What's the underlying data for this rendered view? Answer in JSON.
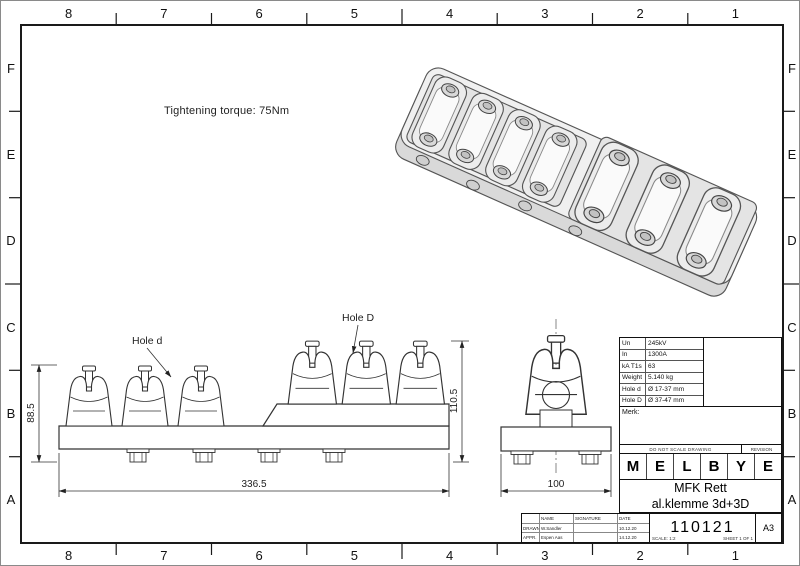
{
  "colors": {
    "paper": "#ffffff",
    "ink": "#1d1d1d"
  },
  "sheet": {
    "columns": [
      "8",
      "7",
      "6",
      "5",
      "4",
      "3",
      "2",
      "1"
    ],
    "rows": [
      "F",
      "E",
      "D",
      "C",
      "B",
      "A"
    ]
  },
  "notes": {
    "tightening_torque": "Tightening torque: 75Nm"
  },
  "front_view": {
    "hole_d": "Hole d",
    "hole_D": "Hole D",
    "dim_left": "88.5",
    "dim_right": "110.5",
    "dim_width": "336.5"
  },
  "side_view": {
    "dim_width": "100"
  },
  "title_block": {
    "specs": [
      {
        "label": "Un",
        "value": "245kV"
      },
      {
        "label": "In",
        "value": "1300A"
      },
      {
        "label": "kA T1s",
        "value": "63"
      },
      {
        "label": "Weight",
        "value": "5.140 kg"
      },
      {
        "label": "Hole d",
        "value": "Ø 17-37 mm"
      },
      {
        "label": "Hole D",
        "value": "Ø 37-47 mm"
      }
    ],
    "merk": "Merk:",
    "do_not_scale": "DO NOT SCALE DRAWING",
    "revision": "REVISION",
    "company": [
      "M",
      "E",
      "L",
      "B",
      "Y",
      "E"
    ],
    "title_line1": "MFK Rett",
    "title_line2": "al.klemme 3d+3D",
    "drawing_number": "110121",
    "paper_size": "A3",
    "scale": "SCALE: 1:2",
    "sheet_info": "SHEET 1 OF 1",
    "sig_table": {
      "headers": [
        "",
        "NAME",
        "SIGNATURE",
        "DATE"
      ],
      "rows": [
        {
          "role": "DRAWN",
          "name": "W.Sandler",
          "signature": "",
          "date": "10.12.20"
        },
        {
          "role": "APPR.",
          "name": "Espen Aas",
          "signature": "",
          "date": "14.12.20"
        }
      ]
    }
  }
}
